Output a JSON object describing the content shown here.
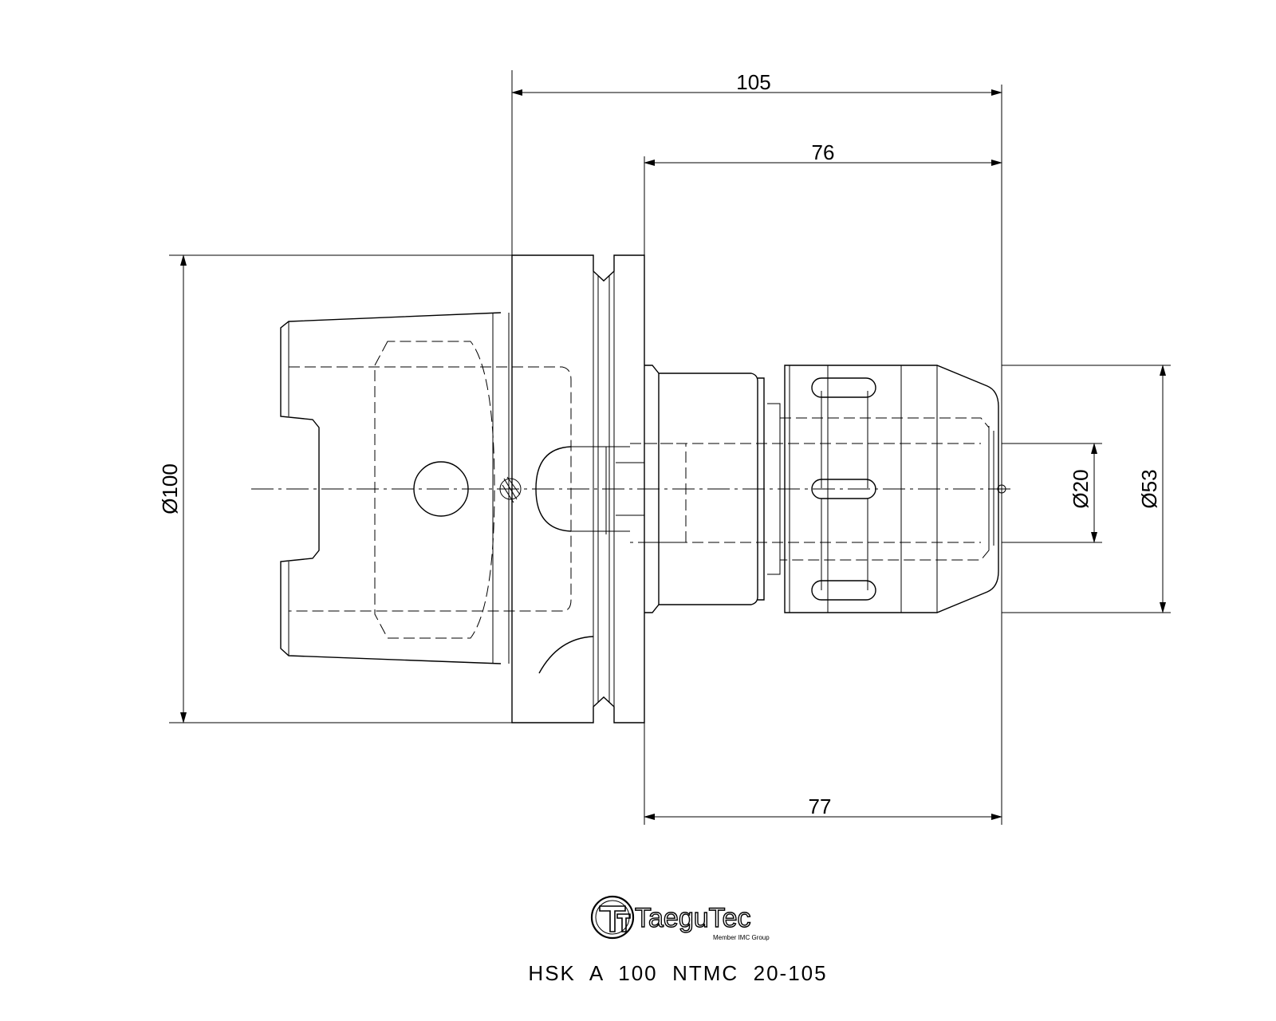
{
  "dimensions": {
    "overall_length": "105",
    "gauge_length": "76",
    "body_length": "77",
    "flange_diameter": "Ø100",
    "collet_diameter": "Ø20",
    "nut_diameter": "Ø53"
  },
  "brand": {
    "name": "TaeguTec",
    "tagline": "Member IMC Group"
  },
  "part_code": "HSK  A  100  NTMC  20-105"
}
